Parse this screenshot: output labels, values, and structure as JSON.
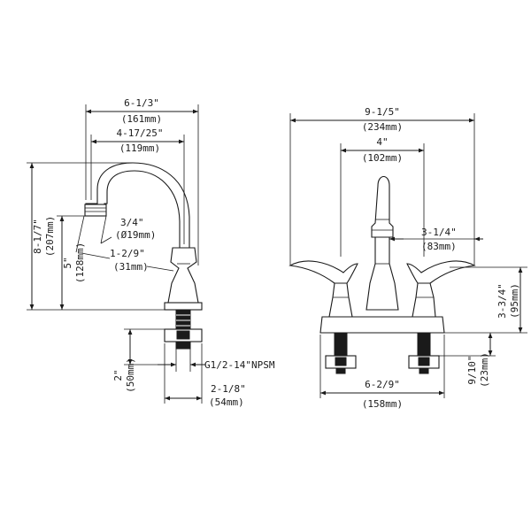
{
  "side_view": {
    "overall_width": "6-1/3\"",
    "overall_width_mm": "(161mm)",
    "spout_reach": "4-17/25\"",
    "spout_reach_mm": "(119mm)",
    "overall_height": "8-1/7\"",
    "overall_height_mm": "(207mm)",
    "spout_height": "5\"",
    "spout_height_mm": "(128mm)",
    "aerator_dia": "3/4\"",
    "aerator_dia_mm": "(Ø19mm)",
    "aerator_drop": "1-2/9\"",
    "aerator_drop_mm": "(31mm)",
    "shank_length": "2\"",
    "shank_length_mm": "(50mm)",
    "thread_spec": "G1/2-14\"NPSM",
    "base_width": "2-1/8\"",
    "base_width_mm": "(54mm)"
  },
  "front_view": {
    "handle_span": "9-1/5\"",
    "handle_span_mm": "(234mm)",
    "center_spacing_top": "4\"",
    "center_spacing_top_mm": "(102mm)",
    "handle_reach": "3-1/4\"",
    "handle_reach_mm": "(83mm)",
    "handle_height": "3-3/4\"",
    "handle_height_mm": "(95mm)",
    "base_thickness": "9/10\"",
    "base_thickness_mm": "(23mm)",
    "base_length": "6-2/9\"",
    "base_length_mm": "(158mm)"
  }
}
